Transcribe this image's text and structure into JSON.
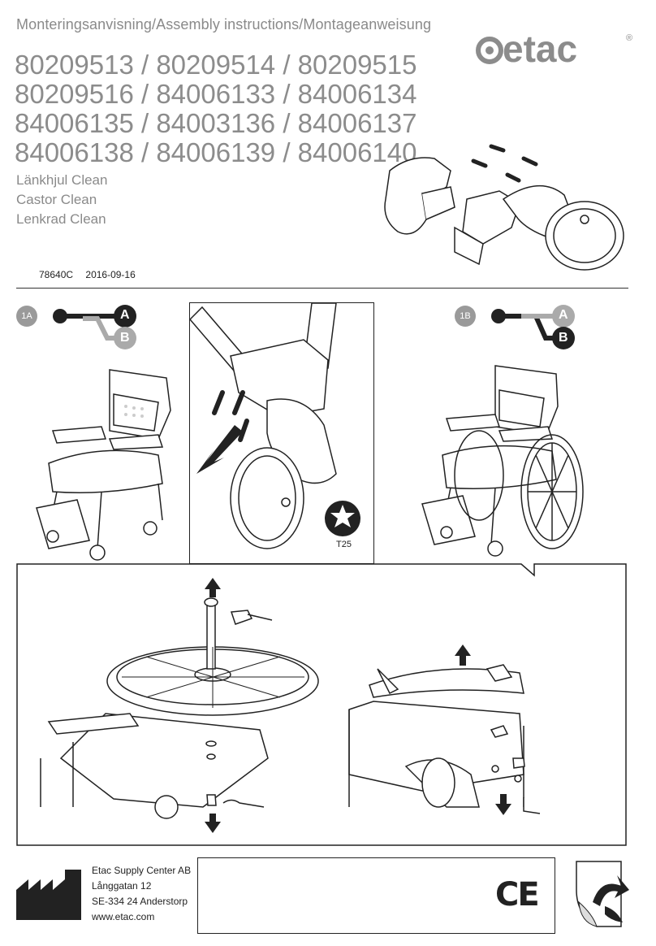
{
  "header": {
    "subtitle": "Monteringsanvisning/Assembly instructions/Montageanweisung",
    "brand": "etac",
    "registered_mark": "®"
  },
  "product_numbers": [
    "80209513 / 80209514 / 80209515",
    "80209516 / 84006133 / 84006134",
    "84006135 / 84003136 / 84006137",
    "84006138 / 84006139 / 84006140"
  ],
  "product_names": [
    "Länkhjul Clean",
    "Castor Clean",
    "Lenkrad Clean"
  ],
  "doc": {
    "code": "78640C",
    "date": "2016-09-16"
  },
  "steps": {
    "step_1a": "1A",
    "step_1b": "1B",
    "letter_a": "A",
    "letter_b": "B"
  },
  "tool": {
    "label": "T25"
  },
  "manufacturer": {
    "name": "Etac Supply Center AB",
    "street": "Långgatan 12",
    "city": "SE-334 24 Anderstorp",
    "web": "www.etac.com"
  },
  "ce": {
    "mark": "CE"
  },
  "colors": {
    "text_gray": "#8a8a8a",
    "dark": "#222222",
    "badge_gray": "#9a9a9a"
  }
}
